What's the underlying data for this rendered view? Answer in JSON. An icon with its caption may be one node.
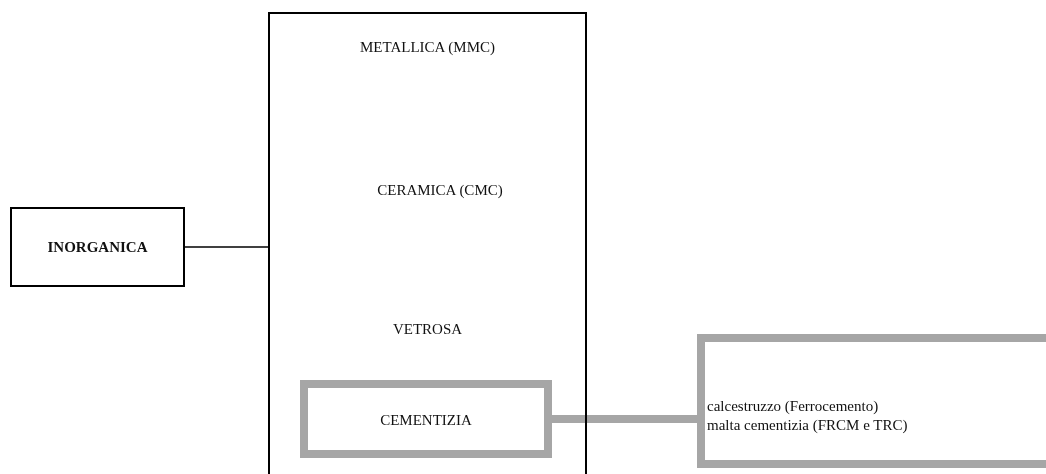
{
  "diagram": {
    "nodes": [
      {
        "text": [
          "INORGANICA"
        ]
      },
      {
        "text": [
          "METALLICA (MMC)",
          "CERAMICA (CMC)",
          "VETROSA"
        ]
      },
      {
        "text": [
          "CEMENTIZIA"
        ],
        "in": 1
      },
      {
        "text": [
          "calcestruzzo (Ferrocemento)",
          "malta cementizia (FRCM e TRC)"
        ]
      }
    ],
    "edges": [
      {
        "from": 0,
        "to": 1,
        "arrow": "none"
      },
      {
        "from": 2,
        "to": 3,
        "arrow": "none",
        "style": "thick",
        "color": "#a6a6a6"
      }
    ]
  }
}
